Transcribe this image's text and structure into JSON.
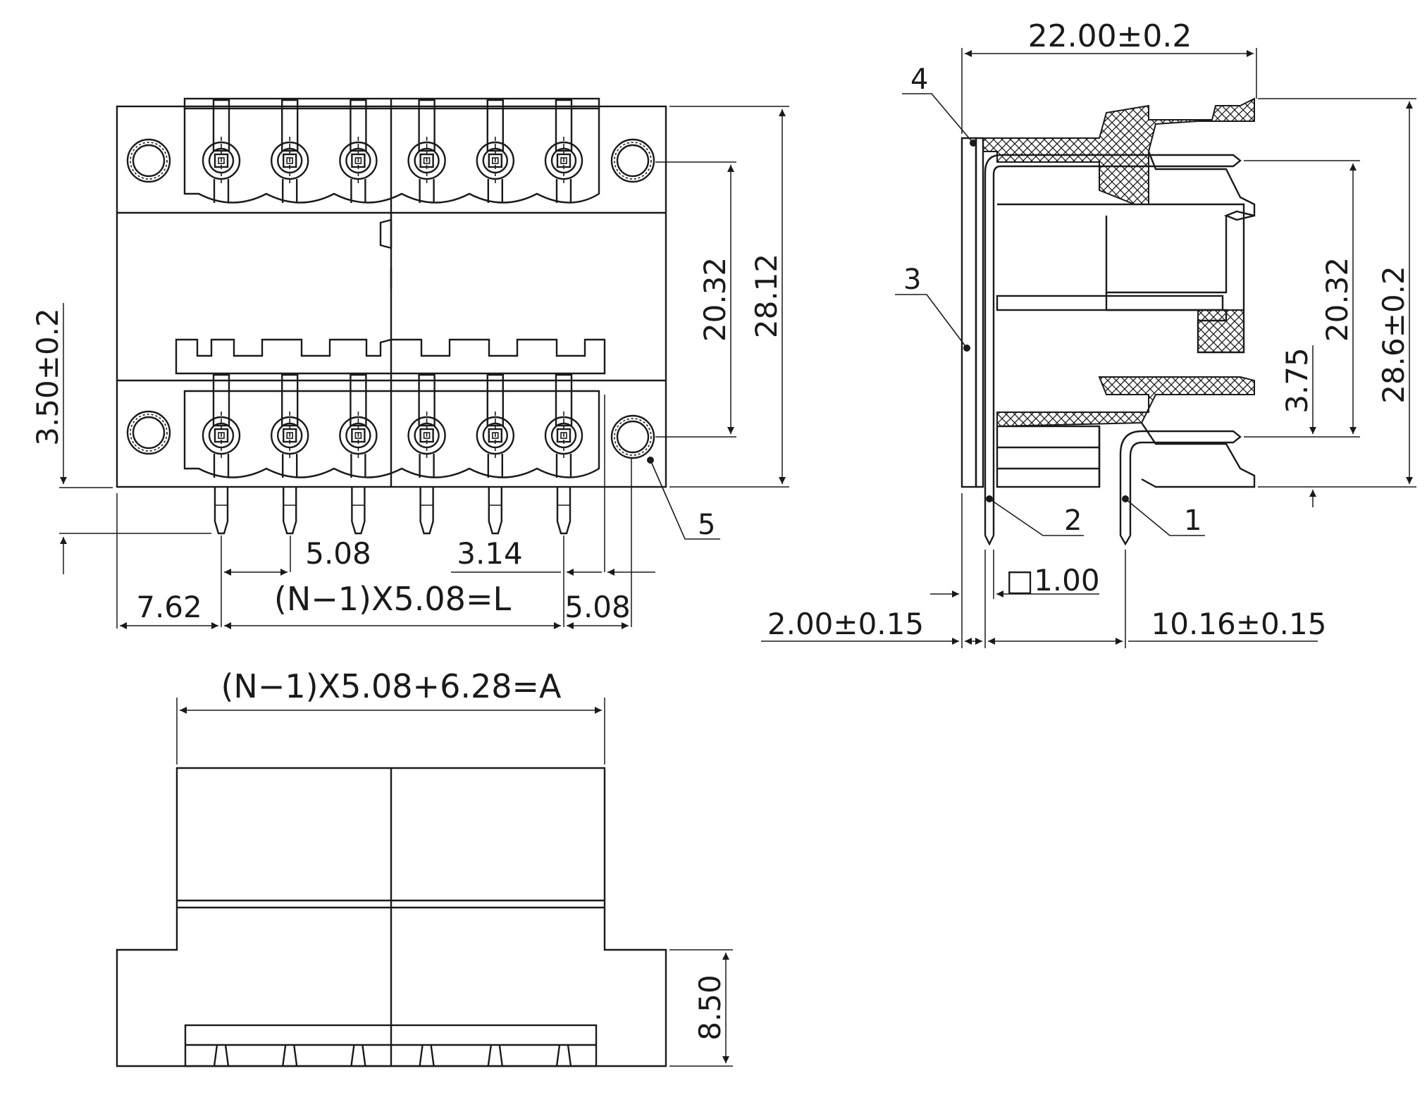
{
  "front_view": {
    "dim_height_total": "28.12",
    "dim_pitch_rows": "20.32",
    "dim_pin_protrusion": "3.50±0.2",
    "dim_pitch": "5.08",
    "dim_pin_offset": "3.14",
    "dim_left_margin": "7.62",
    "dim_length_formula": "(N−1)X5.08=L",
    "dim_right_margin": "5.08",
    "callout_mount_flange": "5",
    "pin_count_per_row": 6
  },
  "side_view": {
    "dim_depth": "22.00±0.2",
    "dim_height": "28.6±0.2",
    "dim_row_pitch": "20.32",
    "dim_lower_offset": "3.75",
    "dim_pin_square": "□1.00",
    "dim_pin_spacing_left": "2.00±0.15",
    "dim_pin_spacing_right": "10.16±0.15",
    "callout_pin_1": "1",
    "callout_pin_2": "2",
    "callout_panel": "3",
    "callout_frame": "4"
  },
  "bottom_view": {
    "dim_width_formula": "(N−1)X5.08+6.28=A",
    "dim_height": "8.50"
  }
}
